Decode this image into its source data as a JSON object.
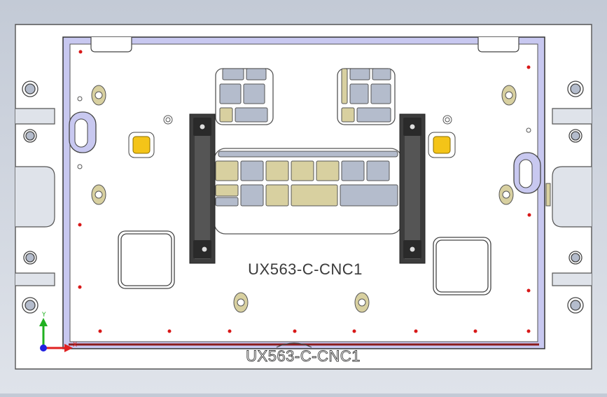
{
  "part": {
    "engraving_top": "UX563-C-CNC1",
    "engraving_bottom": "UX563-C-CNC1"
  },
  "triad": {
    "x_label": "X",
    "y_label": "Y"
  },
  "colors": {
    "background_top": "#c3cad6",
    "plate_face": "#ffffff",
    "pocket_edge": "#8c8ce6",
    "key_tan": "#d8d0a0",
    "key_gray": "#b4bccc",
    "clamp_dark": "#3c3c3c",
    "yellow_pad": "#f4c418",
    "red_dot": "#d81818",
    "datum_line": "#8b1a1a",
    "axis_x": "#e02020",
    "axis_y": "#20b020",
    "axis_z": "#2020e0"
  },
  "icons": {
    "clamp_left": "toggle-clamp-icon",
    "clamp_right": "toggle-clamp-icon",
    "triad": "coordinate-triad-icon"
  }
}
